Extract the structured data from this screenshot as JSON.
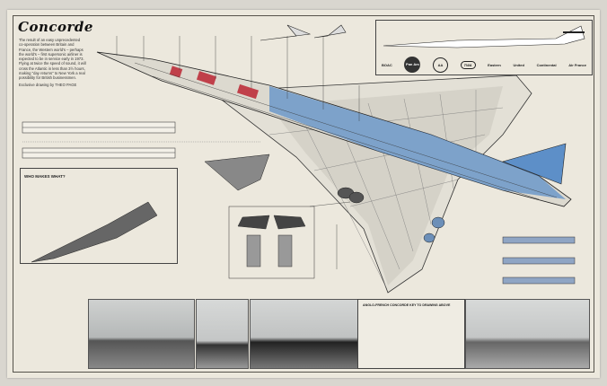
{
  "poster": {
    "title": "Concorde",
    "intro": "The result of an easy unprecedented co-operation between Britain and France, the Western world's – perhaps the world's – first supersonic airliner is expected to be in service early in 1973. Flying at twice the speed of sound, it will cross the Atlantic in less than 3½ hours, making \"day returns\" to New York a real possibility for British businessmen.",
    "credit": "Exclusive drawing by THEO PAGE",
    "who_makes_what": "WHO MAKES WHAT?",
    "key_title": "ANGLO-FRENCH CONCORDE KEY TO DRAWING ABOVE",
    "airlines": [
      "BOAC",
      "Pan Am",
      "AA",
      "TWA",
      "Eastern",
      "United",
      "Continental",
      "Air France"
    ],
    "colors": {
      "paper": "#ece8dd",
      "fuel_tanks": "#3f78b8",
      "cabin_red": "#c0404a",
      "ink": "#222222"
    }
  }
}
